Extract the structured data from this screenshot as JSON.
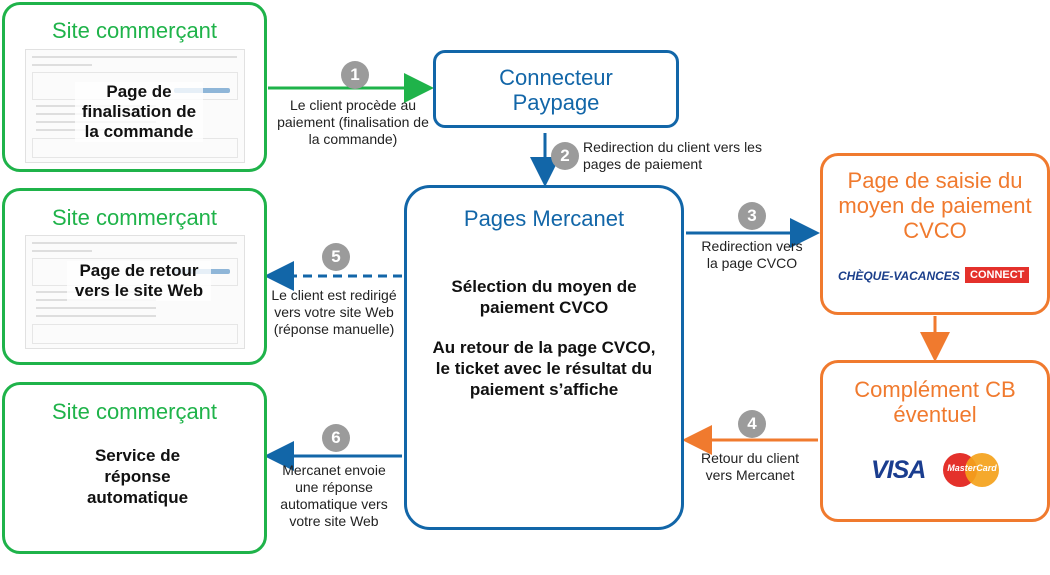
{
  "merchant_boxes": [
    {
      "title": "Site commerçant",
      "content": "Page de finalisation de la commande"
    },
    {
      "title": "Site commerçant",
      "content": "Page de retour vers le site Web"
    },
    {
      "title": "Site commerçant",
      "content": "Service de réponse automatique"
    }
  ],
  "connector": {
    "title": "Connecteur Paypage"
  },
  "mercanet": {
    "title": "Pages Mercanet",
    "text1": "Sélection du moyen de paiement CVCO",
    "text2": "Au retour de la page CVCO, le ticket avec le résultat du paiement s’affiche"
  },
  "cvco_page": {
    "title": "Page de saisie du moyen de paiement CVCO",
    "logo_text": "CHÈQUE-VACANCES",
    "logo_badge": "CONNECT"
  },
  "cb_box": {
    "title": "Complément CB éventuel",
    "visa": "VISA",
    "mastercard": "MasterCard"
  },
  "steps": [
    {
      "num": "1",
      "label": "Le client procède au paiement (finalisation de la commande)"
    },
    {
      "num": "2",
      "label": "Redirection du client vers les pages de paiement"
    },
    {
      "num": "3",
      "label": "Redirection vers la page CVCO"
    },
    {
      "num": "4",
      "label": "Retour du client vers Mercanet"
    },
    {
      "num": "5",
      "label": "Le client est redirigé vers votre site Web (réponse manuelle)"
    },
    {
      "num": "6",
      "label": "Mercanet envoie une réponse automatique vers votre site Web"
    }
  ],
  "colors": {
    "green": "#1fb34a",
    "blue": "#1266a8",
    "orange": "#f07a2e",
    "step_grey": "#9b9b9b"
  }
}
